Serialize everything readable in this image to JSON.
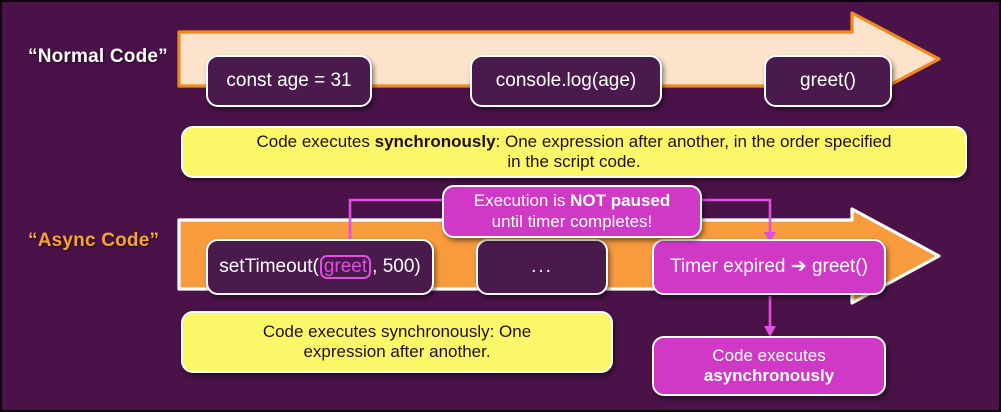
{
  "theme": {
    "background": "#4a1248",
    "arrow_normal_fill": "#fde3cb",
    "arrow_normal_stroke": "#f08a1d",
    "arrow_async_fill": "#f79b3d",
    "arrow_async_stroke": "#ffffff",
    "chip_fill": "#4a1a4c",
    "note_yellow": "#fbf769",
    "magenta": "#cf39c6",
    "connector": "#e24ee0",
    "label_normal_color": "#ffffff",
    "label_async_color": "#f5a62e"
  },
  "rows": {
    "normal": {
      "label": "“Normal Code”",
      "chips": [
        {
          "text": "const age = 31"
        },
        {
          "text": "console.log(age)"
        },
        {
          "text": "greet()"
        }
      ],
      "note": {
        "line1_pre": "Code executes ",
        "line1_bold": "synchronously",
        "line1_post": ": One expression after another, in the order specified",
        "line2": "in the script code."
      }
    },
    "async": {
      "label": "“Async Code”",
      "chips": [
        {
          "text_pre": "setTimeout(",
          "token": "greet",
          "text_post": ", 500)"
        },
        {
          "text": "..."
        },
        {
          "text": "Timer expired ➔ greet()"
        }
      ],
      "callout": {
        "line1_pre": "Execution is ",
        "line1_bold": "NOT paused",
        "line2": "until timer completes!"
      },
      "note": {
        "line1": "Code executes synchronously: One",
        "line2": "expression after another."
      },
      "result": {
        "line1": "Code executes",
        "line2_bold": "asynchronously"
      }
    }
  }
}
